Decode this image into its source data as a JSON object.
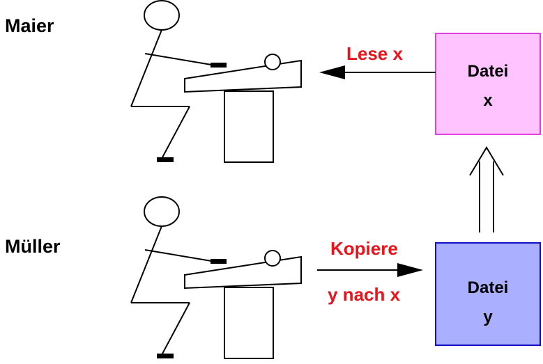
{
  "people": {
    "top": {
      "name": "Maier",
      "icon": "person-at-keyboard-icon"
    },
    "bottom": {
      "name": "Müller",
      "icon": "person-at-keyboard-icon"
    }
  },
  "actions": {
    "read": {
      "label": "Lese x",
      "color": "#e8131b"
    },
    "copy": {
      "line1": "Kopiere",
      "line2": "y nach x",
      "color": "#e8131b"
    }
  },
  "files": {
    "x": {
      "line1": "Datei",
      "line2": "x",
      "fill": "#ffc4ff",
      "stroke": "#e040e0"
    },
    "y": {
      "line1": "Datei",
      "line2": "y",
      "fill": "#aab0ff",
      "stroke": "#1010c8"
    }
  }
}
